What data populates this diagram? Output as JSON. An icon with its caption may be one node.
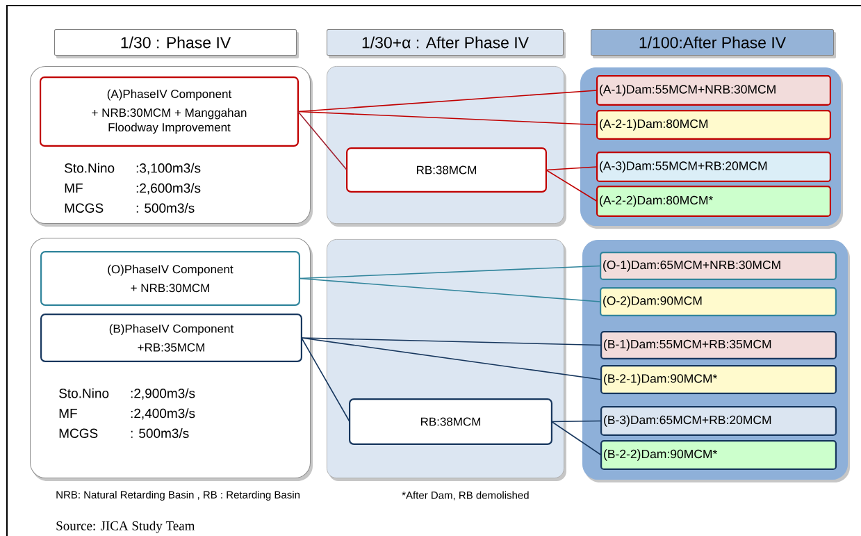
{
  "diagram": {
    "nodes": [
      {
        "text": [
          "1/30 : Phase IV"
        ]
      },
      {
        "text": [
          "1/30+α : After Phase IV"
        ]
      },
      {
        "text": [
          "1/100:After Phase IV"
        ]
      },
      {
        "text": [
          "Sto.Nino",
          ":3,100m3/s",
          "MF",
          ":2,600m3/s",
          "MCGS",
          ": 500m3/s"
        ]
      },
      {
        "text": [
          "(A)PhaseIV Component",
          "+ NRB:30MCM + Manggahan Floodway Improvement"
        ],
        "in": 3
      },
      {
        "text": [],
        "shape": "box"
      },
      {
        "text": [
          "RB:38MCM"
        ],
        "in": 5
      },
      {
        "text": [],
        "shape": "box"
      },
      {
        "text": [
          "(A-1)Dam:55MCM+NRB:30MCM"
        ],
        "in": 7
      },
      {
        "text": [
          "(A-2-1)Dam:80MCM"
        ],
        "in": 7
      },
      {
        "text": [
          "(A-3)Dam:55MCM+RB:20MCM"
        ],
        "in": 7
      },
      {
        "text": [
          "(A-2-2)Dam:80MCM*"
        ],
        "in": 7
      },
      {
        "text": [
          "Sto.Nino",
          ":2,900m3/s",
          "MF",
          ":2,400m3/s",
          "MCGS",
          ": 500m3/s"
        ]
      },
      {
        "text": [
          "(O)PhaseIV Component",
          "+ NRB:30MCM"
        ],
        "in": 12
      },
      {
        "text": [
          "(B)PhaseIV Component",
          "+RB:35MCM"
        ],
        "in": 12
      },
      {
        "text": [],
        "shape": "box"
      },
      {
        "text": [
          "RB:38MCM"
        ],
        "in": 15
      },
      {
        "text": [],
        "shape": "box"
      },
      {
        "text": [
          "(O-1)Dam:65MCM+NRB:30MCM"
        ],
        "in": 17
      },
      {
        "text": [
          "(O-2)Dam:90MCM"
        ],
        "in": 17
      },
      {
        "text": [
          "(B-1)Dam:55MCM+RB:35MCM"
        ],
        "in": 17
      },
      {
        "text": [
          "(B-2-1)Dam:90MCM*"
        ],
        "in": 17
      },
      {
        "text": [
          "(B-3)Dam:65MCM+RB:20MCM"
        ],
        "in": 17
      },
      {
        "text": [
          "(B-2-2)Dam:90MCM*"
        ],
        "in": 17
      }
    ],
    "edges": [
      {
        "from": 4,
        "to": 8,
        "arrow": "none",
        "color": "#c00000"
      },
      {
        "from": 4,
        "to": 9,
        "arrow": "none",
        "color": "#c00000"
      },
      {
        "from": 4,
        "to": 6,
        "arrow": "none",
        "color": "#a02030"
      },
      {
        "from": 6,
        "to": 10,
        "arrow": "none",
        "color": "#c00000"
      },
      {
        "from": 6,
        "to": 11,
        "arrow": "none",
        "color": "#c00000"
      },
      {
        "from": 13,
        "to": 18,
        "arrow": "none",
        "color": "#31859c"
      },
      {
        "from": 13,
        "to": 19,
        "arrow": "none",
        "color": "#31859c"
      },
      {
        "from": 14,
        "to": 20,
        "arrow": "none",
        "color": "#17375e"
      },
      {
        "from": 14,
        "to": 21,
        "arrow": "none",
        "color": "#17375e"
      },
      {
        "from": 14,
        "to": 16,
        "arrow": "none",
        "color": "#17375e"
      },
      {
        "from": 16,
        "to": 22,
        "arrow": "none",
        "color": "#17375e"
      },
      {
        "from": 16,
        "to": 23,
        "arrow": "none",
        "color": "#17375e"
      }
    ],
    "labels": [
      "NRB: Natural Retarding Basin , RB : Retarding Basin",
      "*After Dam, RB demolished",
      "Source: JICA Study Team"
    ]
  }
}
